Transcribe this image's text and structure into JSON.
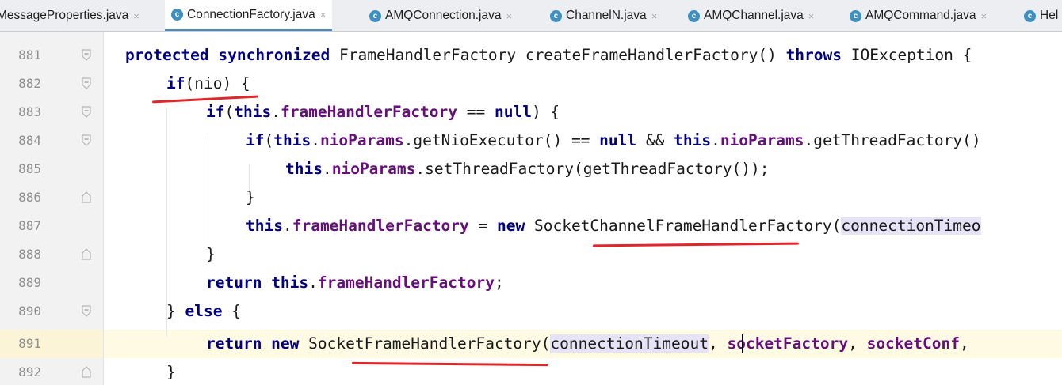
{
  "tabs": [
    {
      "label": "MessageProperties.java",
      "icon": "class-icon",
      "active": false
    },
    {
      "label": "ConnectionFactory.java",
      "icon": "class-icon",
      "active": true
    },
    {
      "label": "AMQConnection.java",
      "icon": "class-icon",
      "active": false
    },
    {
      "label": "ChannelN.java",
      "icon": "class-icon",
      "active": false
    },
    {
      "label": "AMQChannel.java",
      "icon": "class-icon",
      "active": false
    },
    {
      "label": "AMQCommand.java",
      "icon": "class-icon",
      "active": false
    },
    {
      "label": "Hel",
      "icon": "class-icon",
      "active": false
    }
  ],
  "tab_icon_letter": "c",
  "tab_close_glyph": "×",
  "editor": {
    "current_line": "891",
    "lines": [
      {
        "number": "881",
        "t": [
          "protected synchronized ",
          "FrameHandlerFactory createFrameHandlerFactory() ",
          "throws ",
          "IOException {"
        ]
      },
      {
        "number": "882",
        "t": [
          "if",
          "(nio) {"
        ]
      },
      {
        "number": "883",
        "t": [
          "if",
          "(",
          "this",
          ".",
          "frameHandlerFactory",
          " == ",
          "null",
          ") {"
        ]
      },
      {
        "number": "884",
        "t": [
          "if",
          "(",
          "this",
          ".",
          "nioParams",
          ".getNioExecutor() == ",
          "null",
          " && ",
          "this",
          ".",
          "nioParams",
          ".getThreadFactory()"
        ]
      },
      {
        "number": "885",
        "t": [
          "this",
          ".",
          "nioParams",
          ".setThreadFactory(getThreadFactory());"
        ]
      },
      {
        "number": "886",
        "t": [
          "}"
        ]
      },
      {
        "number": "887",
        "t": [
          "this",
          ".",
          "frameHandlerFactory",
          " = ",
          "new ",
          "SocketChannelFrameHandlerFactory(",
          "connectionTimeo"
        ]
      },
      {
        "number": "888",
        "t": [
          "}"
        ]
      },
      {
        "number": "889",
        "t": [
          "return ",
          "this",
          ".",
          "frameHandlerFactory",
          ";"
        ]
      },
      {
        "number": "890",
        "t": [
          "} ",
          "else",
          " {"
        ]
      },
      {
        "number": "891",
        "t": [
          "return new ",
          "SocketFrameHandlerFactory(",
          "connectionTimeout",
          ", ",
          "socketFactory",
          ", ",
          "socketConf",
          ","
        ]
      },
      {
        "number": "892",
        "t": [
          "}"
        ]
      }
    ]
  },
  "colors": {
    "keyword": "#000080",
    "field": "#660e7a",
    "annotation_underline": "#e0262a",
    "current_line": "#fffae3"
  }
}
